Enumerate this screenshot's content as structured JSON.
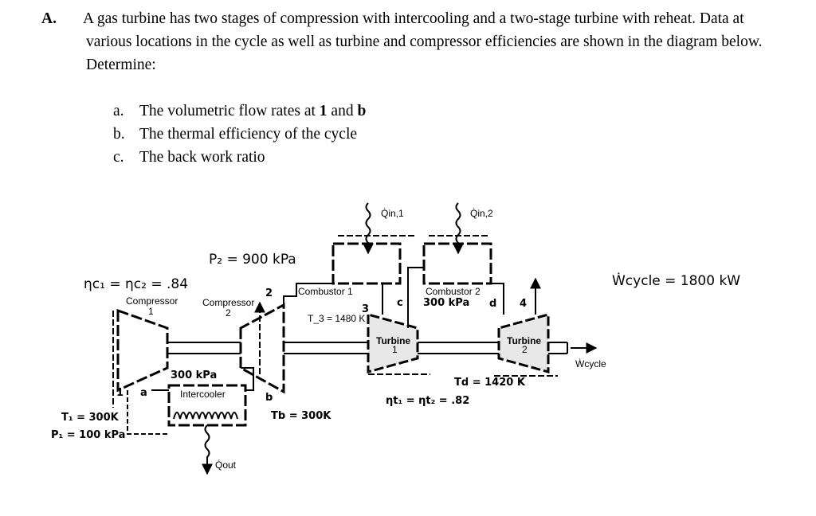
{
  "problem": {
    "label": "A.",
    "text": "A gas turbine has two stages of compression with intercooling and a two-stage turbine with reheat. Data at various locations in the cycle as well as turbine and compressor efficiencies are shown in the diagram below. Determine:",
    "parts": [
      {
        "letter": "a.",
        "pre": "The volumetric flow rates at ",
        "bold1": "1",
        "mid": " and ",
        "bold2": "b"
      },
      {
        "letter": "b.",
        "text": "The thermal efficiency of the cycle"
      },
      {
        "letter": "c.",
        "text": "The back work ratio"
      }
    ]
  },
  "diagram": {
    "q_in_1": "Q̇in,1",
    "q_in_2": "Q̇in,2",
    "q_out": "Q̇out",
    "p2": "P₂ = 900 kPa",
    "compressor_eff": "ηc₁ = ηc₂ = .84",
    "compressor1": [
      "Compressor",
      "1"
    ],
    "compressor2": [
      "Compressor",
      "2"
    ],
    "combustor1": "Combustor 1",
    "combustor2": "Combustor 2",
    "combustor2_pressure": "300 kPa",
    "t3": "T_3 = 1480 K",
    "turbine1": [
      "Turbine",
      "1"
    ],
    "turbine2": [
      "Turbine",
      "2"
    ],
    "intercooler": "Intercooler",
    "intercooler_pressure": "300 kPa",
    "t1": "T₁ = 300K",
    "p1": "P₁ = 100 kPa",
    "tb": "Tb = 300K",
    "td": "Td = 1420 K",
    "turbine_eff": "ηt₁ = ηt₂ = .82",
    "w_cycle_value": "Ẇcycle = 1800 kW",
    "w_cycle_label": "Ẇcycle",
    "state_labels": {
      "s1": "1",
      "a": "a",
      "s2": "2",
      "b": "b",
      "s3": "3",
      "c": "c",
      "d": "d",
      "s4": "4"
    }
  }
}
